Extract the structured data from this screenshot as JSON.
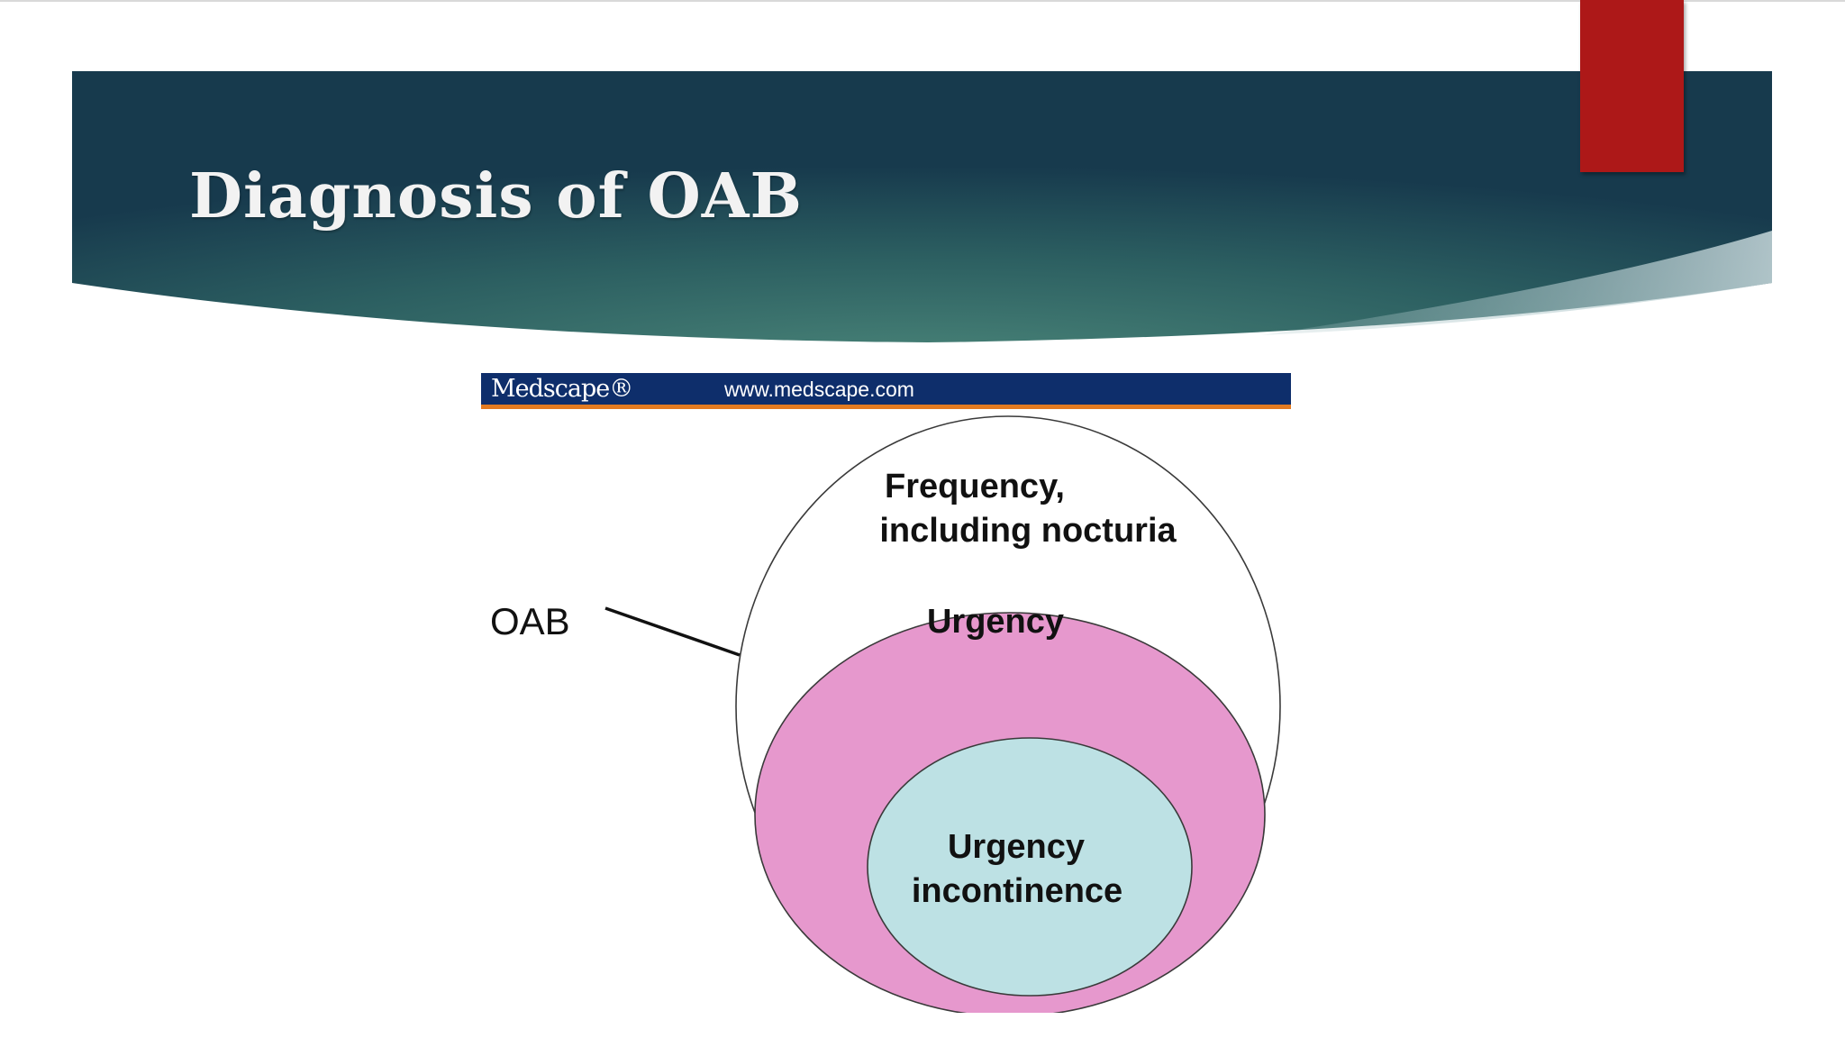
{
  "slide": {
    "title": "Diagnosis of OAB"
  },
  "source_banner": {
    "logo": "Medscape®",
    "url": "www.medscape.com"
  },
  "diagram": {
    "pointer_label": "OAB",
    "outer_label_line1": "Frequency,",
    "outer_label_line2": "including nocturia",
    "middle_label": "Urgency",
    "inner_label_line1": "Urgency",
    "inner_label_line2": "incontinence"
  },
  "colors": {
    "header_dark": "#1b3f4e",
    "header_light": "#3f7a71",
    "accent_red": "#ad1818",
    "banner_blue": "#0e2e6b",
    "banner_orange": "#e37b21",
    "urgency_pink": "#e698cd",
    "incontinence_blue": "#bde1e4"
  }
}
